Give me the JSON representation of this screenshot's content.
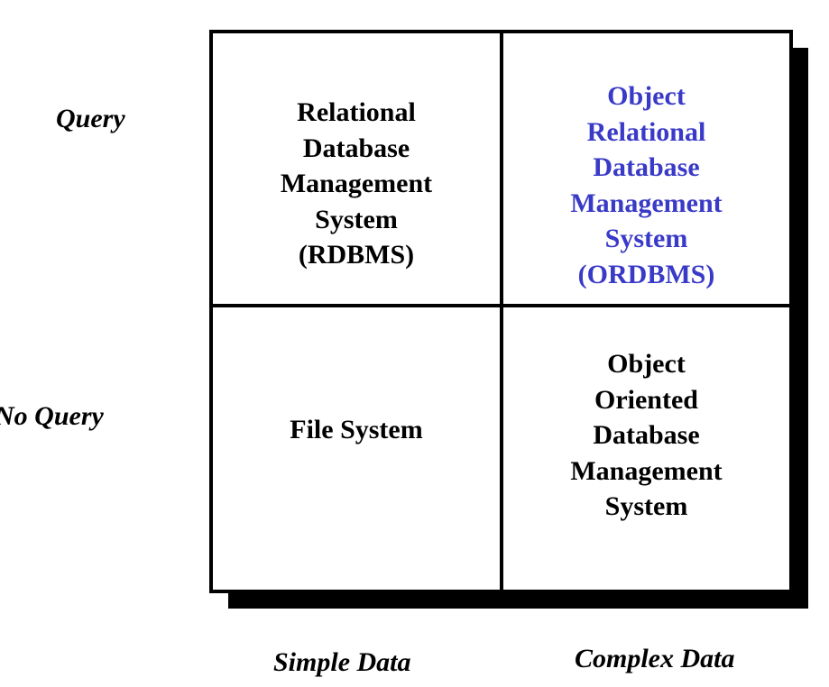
{
  "rows": {
    "query": "Query",
    "no_query": "No Query"
  },
  "columns": {
    "simple": "Simple Data",
    "complex": "Complex Data"
  },
  "cells": {
    "top_left": [
      "Relational",
      "Database",
      "Management",
      "System",
      "(RDBMS)"
    ],
    "top_right": [
      "Object",
      "Relational",
      "Database",
      "Management",
      "System",
      "(ORDBMS)"
    ],
    "bottom_left": [
      "File System"
    ],
    "bottom_right": [
      "Object",
      "Oriented",
      "Database",
      "Management",
      "System"
    ]
  },
  "colors": {
    "highlight": "#3a3ac8",
    "text": "#000000"
  }
}
